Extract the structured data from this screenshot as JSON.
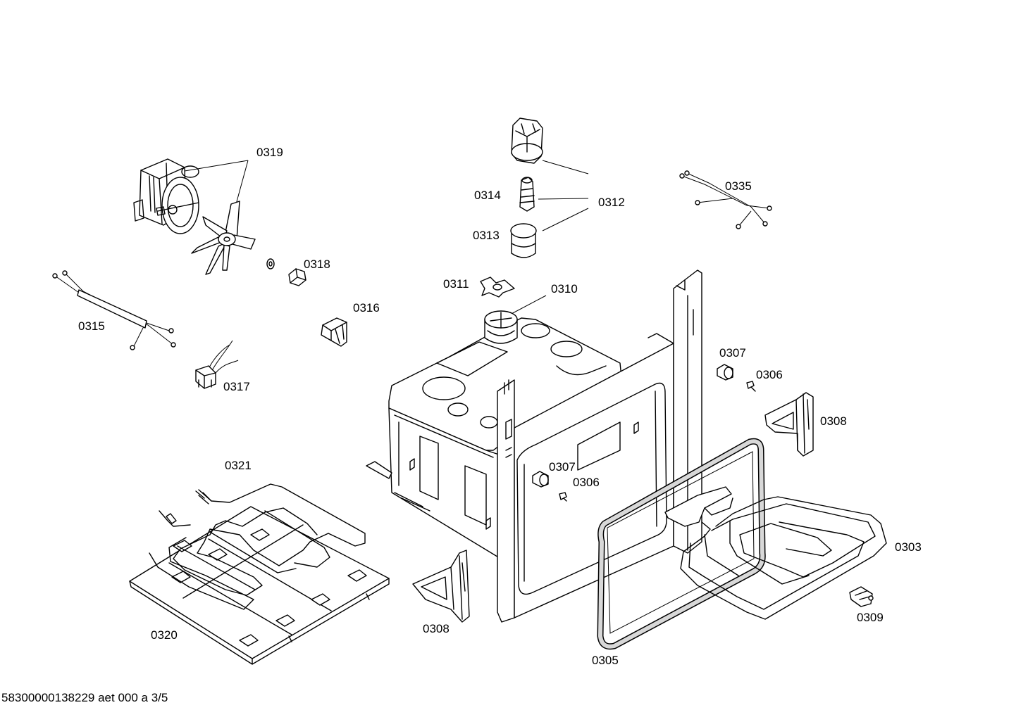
{
  "parts": [
    {
      "id": "p0319",
      "number": "0319"
    },
    {
      "id": "p0314",
      "number": "0314"
    },
    {
      "id": "p0312",
      "number": "0312"
    },
    {
      "id": "p0313",
      "number": "0313"
    },
    {
      "id": "p0335",
      "number": "0335"
    },
    {
      "id": "p0318",
      "number": "0318"
    },
    {
      "id": "p0311",
      "number": "0311"
    },
    {
      "id": "p0310",
      "number": "0310"
    },
    {
      "id": "p0316",
      "number": "0316"
    },
    {
      "id": "p0315",
      "number": "0315"
    },
    {
      "id": "p0307a",
      "number": "0307"
    },
    {
      "id": "p0306a",
      "number": "0306"
    },
    {
      "id": "p0317",
      "number": "0317"
    },
    {
      "id": "p0308a",
      "number": "0308"
    },
    {
      "id": "p0321",
      "number": "0321"
    },
    {
      "id": "p0307b",
      "number": "0307"
    },
    {
      "id": "p0306b",
      "number": "0306"
    },
    {
      "id": "p0303",
      "number": "0303"
    },
    {
      "id": "p0309",
      "number": "0309"
    },
    {
      "id": "p0320",
      "number": "0320"
    },
    {
      "id": "p0308b",
      "number": "0308"
    },
    {
      "id": "p0305",
      "number": "0305"
    }
  ],
  "footer": {
    "text": "58300000138229 aet 000 a 3/5"
  }
}
